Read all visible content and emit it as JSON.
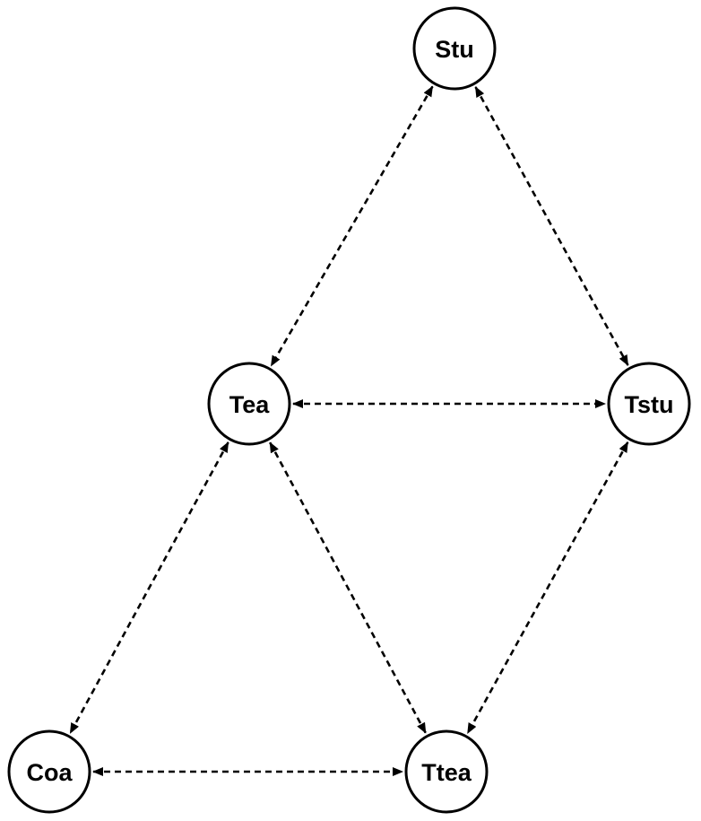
{
  "diagram": {
    "type": "graph",
    "colors": {
      "stroke": "#000000",
      "node_fill": "#ffffff",
      "background": "#ffffff"
    },
    "nodes": [
      {
        "id": "stu",
        "label": "Stu"
      },
      {
        "id": "tea",
        "label": "Tea"
      },
      {
        "id": "tstu",
        "label": "Tstu"
      },
      {
        "id": "coa",
        "label": "Coa"
      },
      {
        "id": "ttea",
        "label": "Ttea"
      }
    ],
    "edges": [
      {
        "from": "stu",
        "to": "tea",
        "style": "dashed",
        "direction": "both"
      },
      {
        "from": "stu",
        "to": "tstu",
        "style": "dashed",
        "direction": "both"
      },
      {
        "from": "tea",
        "to": "tstu",
        "style": "dashed",
        "direction": "both"
      },
      {
        "from": "tea",
        "to": "coa",
        "style": "dashed",
        "direction": "both"
      },
      {
        "from": "tea",
        "to": "ttea",
        "style": "dashed",
        "direction": "both"
      },
      {
        "from": "tstu",
        "to": "ttea",
        "style": "dashed",
        "direction": "both"
      },
      {
        "from": "coa",
        "to": "ttea",
        "style": "dashed",
        "direction": "both"
      }
    ]
  }
}
